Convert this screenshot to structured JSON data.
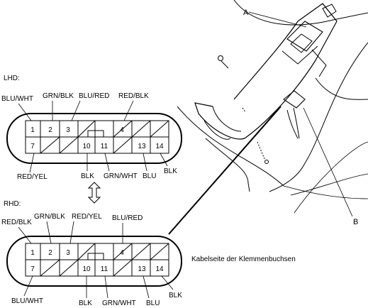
{
  "callouts": {
    "a": "A",
    "b": "B"
  },
  "connectors": {
    "lhd": {
      "title": "LHD:",
      "row1": [
        "1",
        "2",
        "3",
        "",
        "4",
        "",
        "",
        ""
      ],
      "row2": [
        "7",
        "",
        "",
        "10",
        "11",
        "",
        "13",
        "14"
      ],
      "wires": {
        "blu_wht": "BLU/WHT",
        "grn_blk": "GRN/BLK",
        "blu_red": "BLU/RED",
        "red_blk": "RED/BLK",
        "red_yel": "RED/YEL",
        "blk_10": "BLK",
        "grn_wht": "GRN/WHT",
        "blu": "BLU",
        "blk_14": "BLK"
      }
    },
    "rhd": {
      "title": "RHD:",
      "row1": [
        "1",
        "2",
        "3",
        "",
        "4",
        "",
        "",
        ""
      ],
      "row2": [
        "7",
        "",
        "",
        "10",
        "11",
        "",
        "13",
        "14"
      ],
      "wires": {
        "red_blk": "RED/BLK",
        "grn_blk": "GRN/BLK",
        "red_yel": "RED/YEL",
        "blu_red": "BLU/RED",
        "blu_wht": "BLU/WHT",
        "blk_10": "BLK",
        "grn_wht": "GRN/WHT",
        "blu": "BLU",
        "blk_14": "BLK"
      }
    }
  },
  "caption": "Kabelseite der Klemmenbuchsen"
}
